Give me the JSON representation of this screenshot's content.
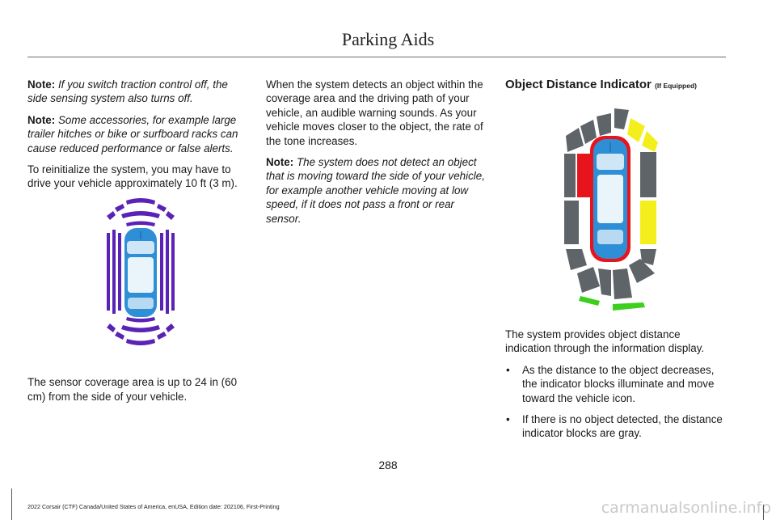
{
  "header": {
    "title": "Parking Aids"
  },
  "col1": {
    "note1_label": "Note:",
    "note1_text": "If you switch traction control off, the side sensing system also turns off.",
    "note2_label": "Note:",
    "note2_text": "Some accessories, for example large trailer hitches or bike or surfboard racks can cause reduced performance or false alerts.",
    "para1": "To reinitialize the system, you may have to drive your vehicle approximately 10 ft (3 m).",
    "para2": "The sensor coverage area is up to 24 in (60 cm) from the side of your vehicle."
  },
  "col2": {
    "para1": "When the system detects an object within the coverage area and the driving path of your vehicle, an audible warning sounds. As your vehicle moves closer to the object, the rate of the tone increases.",
    "note_label": "Note:",
    "note_text": "The system does not detect an object that is moving toward the side of your vehicle, for example another vehicle moving at low speed, if it does not pass a front or rear sensor."
  },
  "col3": {
    "heading": "Object Distance Indicator",
    "heading_suffix": "(If Equipped)",
    "para1": "The system provides object distance indication through the information display.",
    "bullets": [
      "As the distance to the object decreases, the indicator blocks illuminate and move toward the vehicle icon.",
      "If there is no object detected, the distance indicator blocks are gray."
    ],
    "bullet_glyph": "•"
  },
  "colors": {
    "sensor_purple": "#5a22b5",
    "zone_gray": "#5f6468",
    "zone_red": "#e8141c",
    "zone_yellow": "#f4ef1c",
    "zone_green": "#3ccf1e",
    "car_blue": "#2f8fd6"
  },
  "page": {
    "number": "288"
  },
  "footer": {
    "text": "2022 Corsair (CTF) Canada/United States of America, enUSA, Edition date: 202106, First-Printing"
  },
  "watermark": {
    "text": "carmanualsonline.info"
  }
}
